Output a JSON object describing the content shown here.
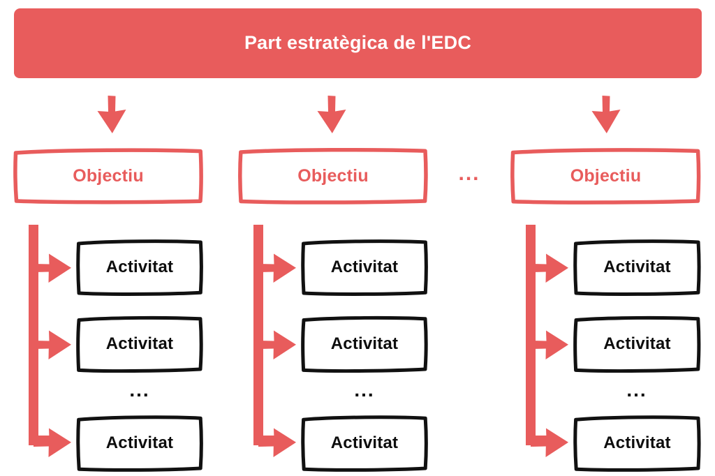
{
  "diagram": {
    "title": "Part estratègica de l'EDC",
    "background_color": "#ffffff",
    "accent_color": "#e85c5c",
    "text_dark_color": "#0d0d0d",
    "header": {
      "label": "Part estratègica de l'EDC",
      "fill": "#e85c5c",
      "text_color": "#ffffff"
    },
    "level_arrows": [
      {
        "name": "down-arrow-1",
        "direction": "down"
      },
      {
        "name": "down-arrow-2",
        "direction": "down"
      },
      {
        "name": "down-arrow-3",
        "direction": "down"
      }
    ],
    "objectius": [
      {
        "label": "Objectiu"
      },
      {
        "label": "Objectiu"
      },
      {
        "label": "Objectiu"
      }
    ],
    "objectiu_ellipsis": "...",
    "columns": [
      {
        "name": "column-1",
        "activitats": [
          {
            "label": "Activitat"
          },
          {
            "label": "Activitat"
          },
          {
            "label": "Activitat"
          }
        ],
        "ellipsis": "..."
      },
      {
        "name": "column-2",
        "activitats": [
          {
            "label": "Activitat"
          },
          {
            "label": "Activitat"
          },
          {
            "label": "Activitat"
          }
        ],
        "ellipsis": "..."
      },
      {
        "name": "column-3",
        "activitats": [
          {
            "label": "Activitat"
          },
          {
            "label": "Activitat"
          },
          {
            "label": "Activitat"
          }
        ],
        "ellipsis": "..."
      }
    ]
  }
}
